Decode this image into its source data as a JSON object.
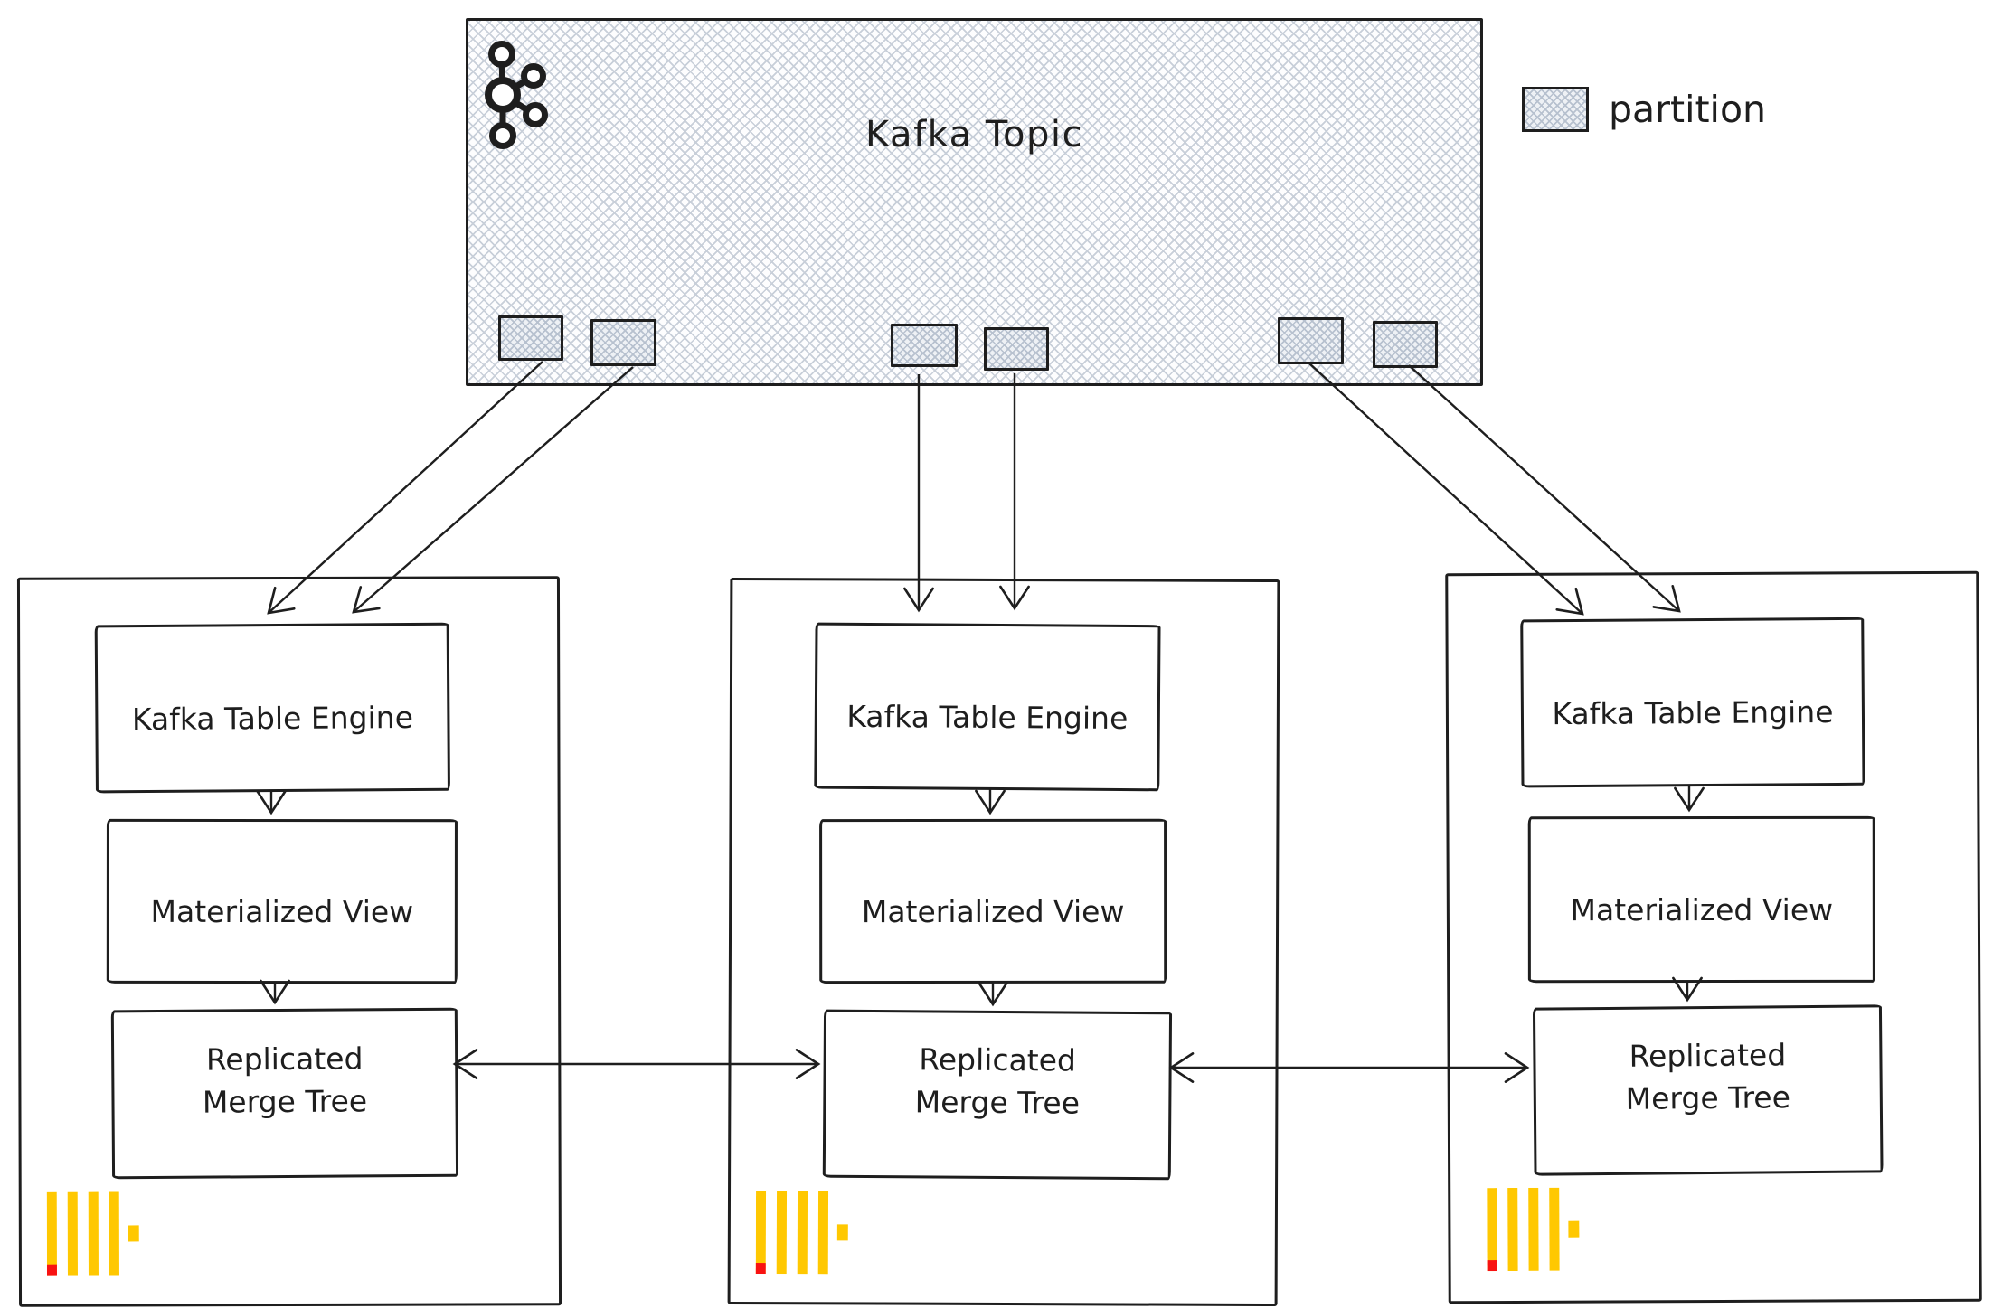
{
  "colors": {
    "ink": "#1e1e1e",
    "hatch_fill": "#c8cfd9",
    "clickhouse_yellow": "#ffc801",
    "clickhouse_red": "#f81212"
  },
  "kafka_topic": {
    "title": "Kafka Topic",
    "icon": "apache-kafka-logo",
    "partition_count": 6
  },
  "legend": {
    "label": "partition",
    "swatch": "crosshatch-square"
  },
  "nodes": [
    {
      "id": "clickhouse-replica-1",
      "logo": "clickhouse-logo",
      "boxes": [
        {
          "label": "Kafka Table Engine"
        },
        {
          "label": "Materialized View"
        },
        {
          "label": "Replicated\nMerge Tree"
        }
      ]
    },
    {
      "id": "clickhouse-replica-2",
      "logo": "clickhouse-logo",
      "boxes": [
        {
          "label": "Kafka Table Engine"
        },
        {
          "label": "Materialized View"
        },
        {
          "label": "Replicated\nMerge Tree"
        }
      ]
    },
    {
      "id": "clickhouse-replica-3",
      "logo": "clickhouse-logo",
      "boxes": [
        {
          "label": "Kafka Table Engine"
        },
        {
          "label": "Materialized View"
        },
        {
          "label": "Replicated\nMerge Tree"
        }
      ]
    }
  ],
  "connections": [
    {
      "from": "partition-1",
      "to": "replica-1-kafka-table-engine"
    },
    {
      "from": "partition-2",
      "to": "replica-1-kafka-table-engine"
    },
    {
      "from": "partition-3",
      "to": "replica-2-kafka-table-engine"
    },
    {
      "from": "partition-4",
      "to": "replica-2-kafka-table-engine"
    },
    {
      "from": "partition-5",
      "to": "replica-3-kafka-table-engine"
    },
    {
      "from": "partition-6",
      "to": "replica-3-kafka-table-engine"
    },
    {
      "from": "replica-1-kafka-table-engine",
      "to": "replica-1-materialized-view"
    },
    {
      "from": "replica-1-materialized-view",
      "to": "replica-1-replicated-merge-tree"
    },
    {
      "from": "replica-2-kafka-table-engine",
      "to": "replica-2-materialized-view"
    },
    {
      "from": "replica-2-materialized-view",
      "to": "replica-2-replicated-merge-tree"
    },
    {
      "from": "replica-3-kafka-table-engine",
      "to": "replica-3-materialized-view"
    },
    {
      "from": "replica-3-materialized-view",
      "to": "replica-3-replicated-merge-tree"
    },
    {
      "from": "replica-1-replicated-merge-tree",
      "to": "replica-2-replicated-merge-tree",
      "bidirectional": true
    },
    {
      "from": "replica-2-replicated-merge-tree",
      "to": "replica-3-replicated-merge-tree",
      "bidirectional": true
    }
  ]
}
